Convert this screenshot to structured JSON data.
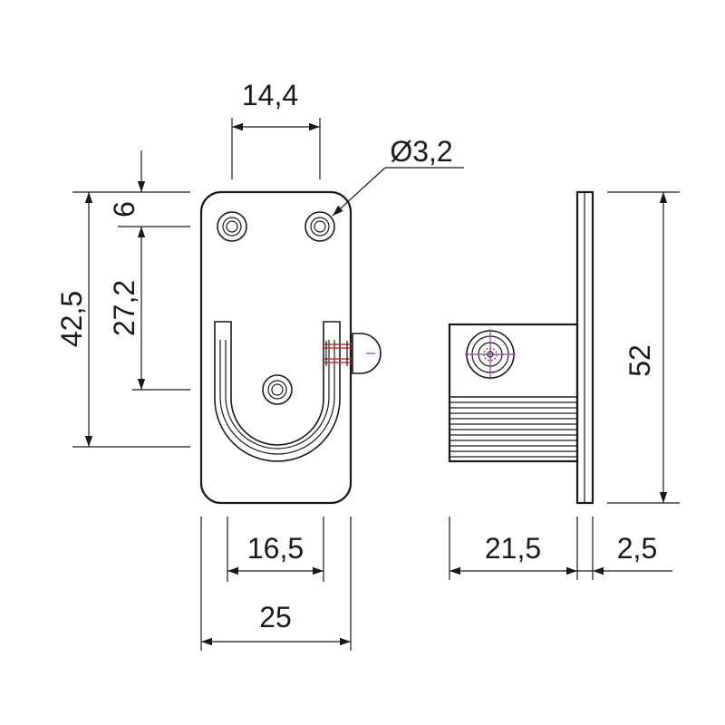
{
  "dimensions": {
    "top_hole_spacing": "14,4",
    "hole_diameter": "Ø3,2",
    "top_offset": "6",
    "hole_to_slot": "27,2",
    "plate_height": "42,5",
    "slot_width": "16,5",
    "plate_width": "25",
    "body_depth": "21,5",
    "plate_thickness": "2,5",
    "total_height": "52"
  },
  "colors": {
    "line": "#1a1a1a",
    "pin_accent": "#c0392b",
    "screw_accent": "#8e44ad"
  }
}
